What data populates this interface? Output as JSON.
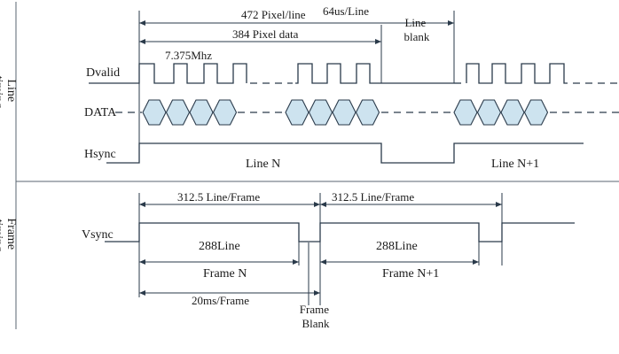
{
  "sections": {
    "line_timing": "Line\ntiming",
    "frame_timing": "Frame\ntiming"
  },
  "signals": {
    "dvalid": "Dvalid",
    "data": "DATA",
    "hsync": "Hsync",
    "vsync": "Vsync"
  },
  "line_annotations": {
    "pixels_per_line": "472 Pixel/line",
    "line_period": "64us/Line",
    "pixel_data": "384 Pixel data",
    "line_blank": "Line\nblank",
    "pixel_clock": "7.375Mhz",
    "line_n": "Line N",
    "line_n1": "Line N+1"
  },
  "frame_annotations": {
    "lines_per_frame_1": "312.5 Line/Frame",
    "lines_per_frame_2": "312.5 Line/Frame",
    "active_lines_1": "288Line",
    "active_lines_2": "288Line",
    "frame_n": "Frame N",
    "frame_n1": "Frame N+1",
    "frame_period": "20ms/Frame",
    "frame_blank": "Frame\nBlank"
  }
}
